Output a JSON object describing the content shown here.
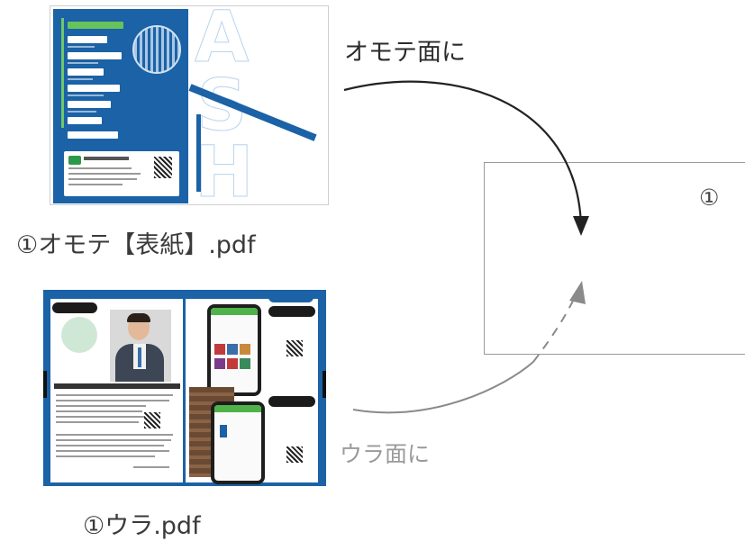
{
  "front_file": {
    "caption": "①オモテ【表紙】.pdf"
  },
  "back_file": {
    "caption": "①ウラ.pdf"
  },
  "arrows": {
    "front_label": "オモテ面に",
    "back_label": "ウラ面に",
    "front_color": "#222222",
    "back_color": "#8a8a8a"
  },
  "target": {
    "number": "①"
  },
  "colors": {
    "brochure_blue": "#1b62a6",
    "accent_green": "#68c35a"
  }
}
